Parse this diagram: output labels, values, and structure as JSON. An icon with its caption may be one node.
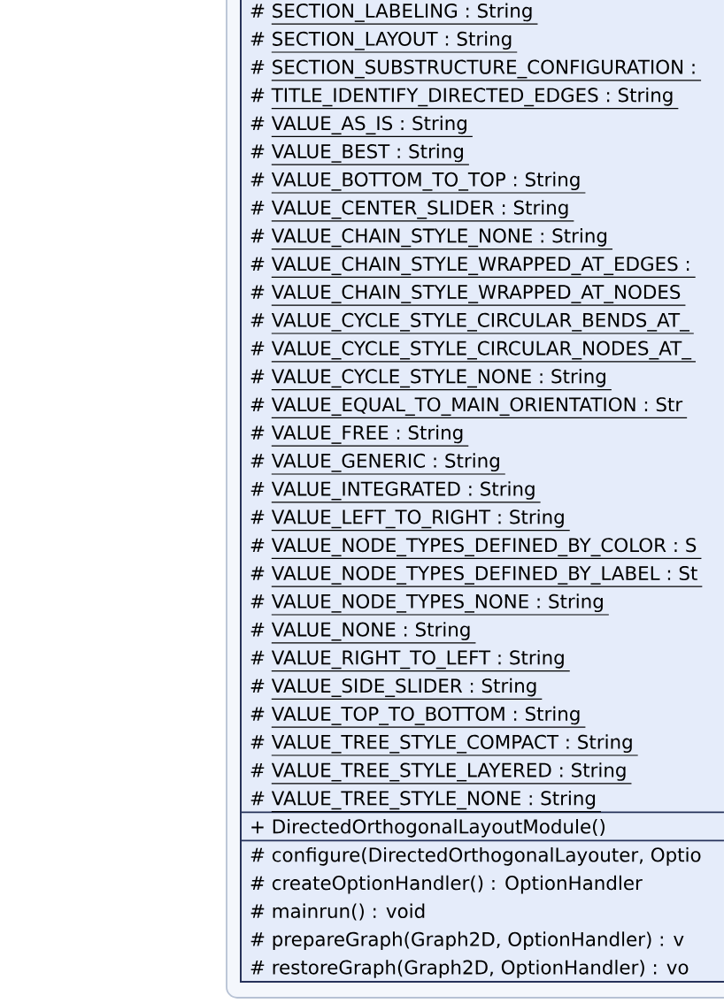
{
  "diagram": {
    "nodes": [
      {
        "text": [],
        "shape": "box"
      },
      {
        "text": [],
        "shape": "box",
        "in": 0
      },
      {
        "text": [
          "# SECTION_LABELING : String",
          "# SECTION_LAYOUT : String",
          "# SECTION_SUBSTRUCTURE_CONFIGURATION :",
          "# TITLE_IDENTIFY_DIRECTED_EDGES : String",
          "# VALUE_AS_IS : String",
          "# VALUE_BEST : String",
          "# VALUE_BOTTOM_TO_TOP : String",
          "# VALUE_CENTER_SLIDER : String",
          "# VALUE_CHAIN_STYLE_NONE : String",
          "# VALUE_CHAIN_STYLE_WRAPPED_AT_EDGES :",
          "# VALUE_CHAIN_STYLE_WRAPPED_AT_NODES",
          "# VALUE_CYCLE_STYLE_CIRCULAR_BENDS_AT_",
          "# VALUE_CYCLE_STYLE_CIRCULAR_NODES_AT_",
          "# VALUE_CYCLE_STYLE_NONE : String",
          "# VALUE_EQUAL_TO_MAIN_ORIENTATION : Str",
          "# VALUE_FREE : String",
          "# VALUE_GENERIC : String",
          "# VALUE_INTEGRATED : String",
          "# VALUE_LEFT_TO_RIGHT : String",
          "# VALUE_NODE_TYPES_DEFINED_BY_COLOR : S",
          "# VALUE_NODE_TYPES_DEFINED_BY_LABEL : St",
          "# VALUE_NODE_TYPES_NONE : String",
          "# VALUE_NONE : String",
          "# VALUE_RIGHT_TO_LEFT : String",
          "# VALUE_SIDE_SLIDER : String",
          "# VALUE_TOP_TO_BOTTOM : String",
          "# VALUE_TREE_STYLE_COMPACT : String",
          "# VALUE_TREE_STYLE_LAYERED : String",
          "# VALUE_TREE_STYLE_NONE : String"
        ],
        "in": 1
      },
      {
        "text": [
          "+ DirectedOrthogonalLayoutModule()"
        ],
        "in": 1
      },
      {
        "text": [
          "# configure(DirectedOrthogonalLayouter, Optio",
          "# createOptionHandler() : OptionHandler",
          "# mainrun() : void",
          "# prepareGraph(Graph2D, OptionHandler) : v",
          "# restoreGraph(Graph2D, OptionHandler) : vo"
        ],
        "in": 1
      }
    ]
  }
}
